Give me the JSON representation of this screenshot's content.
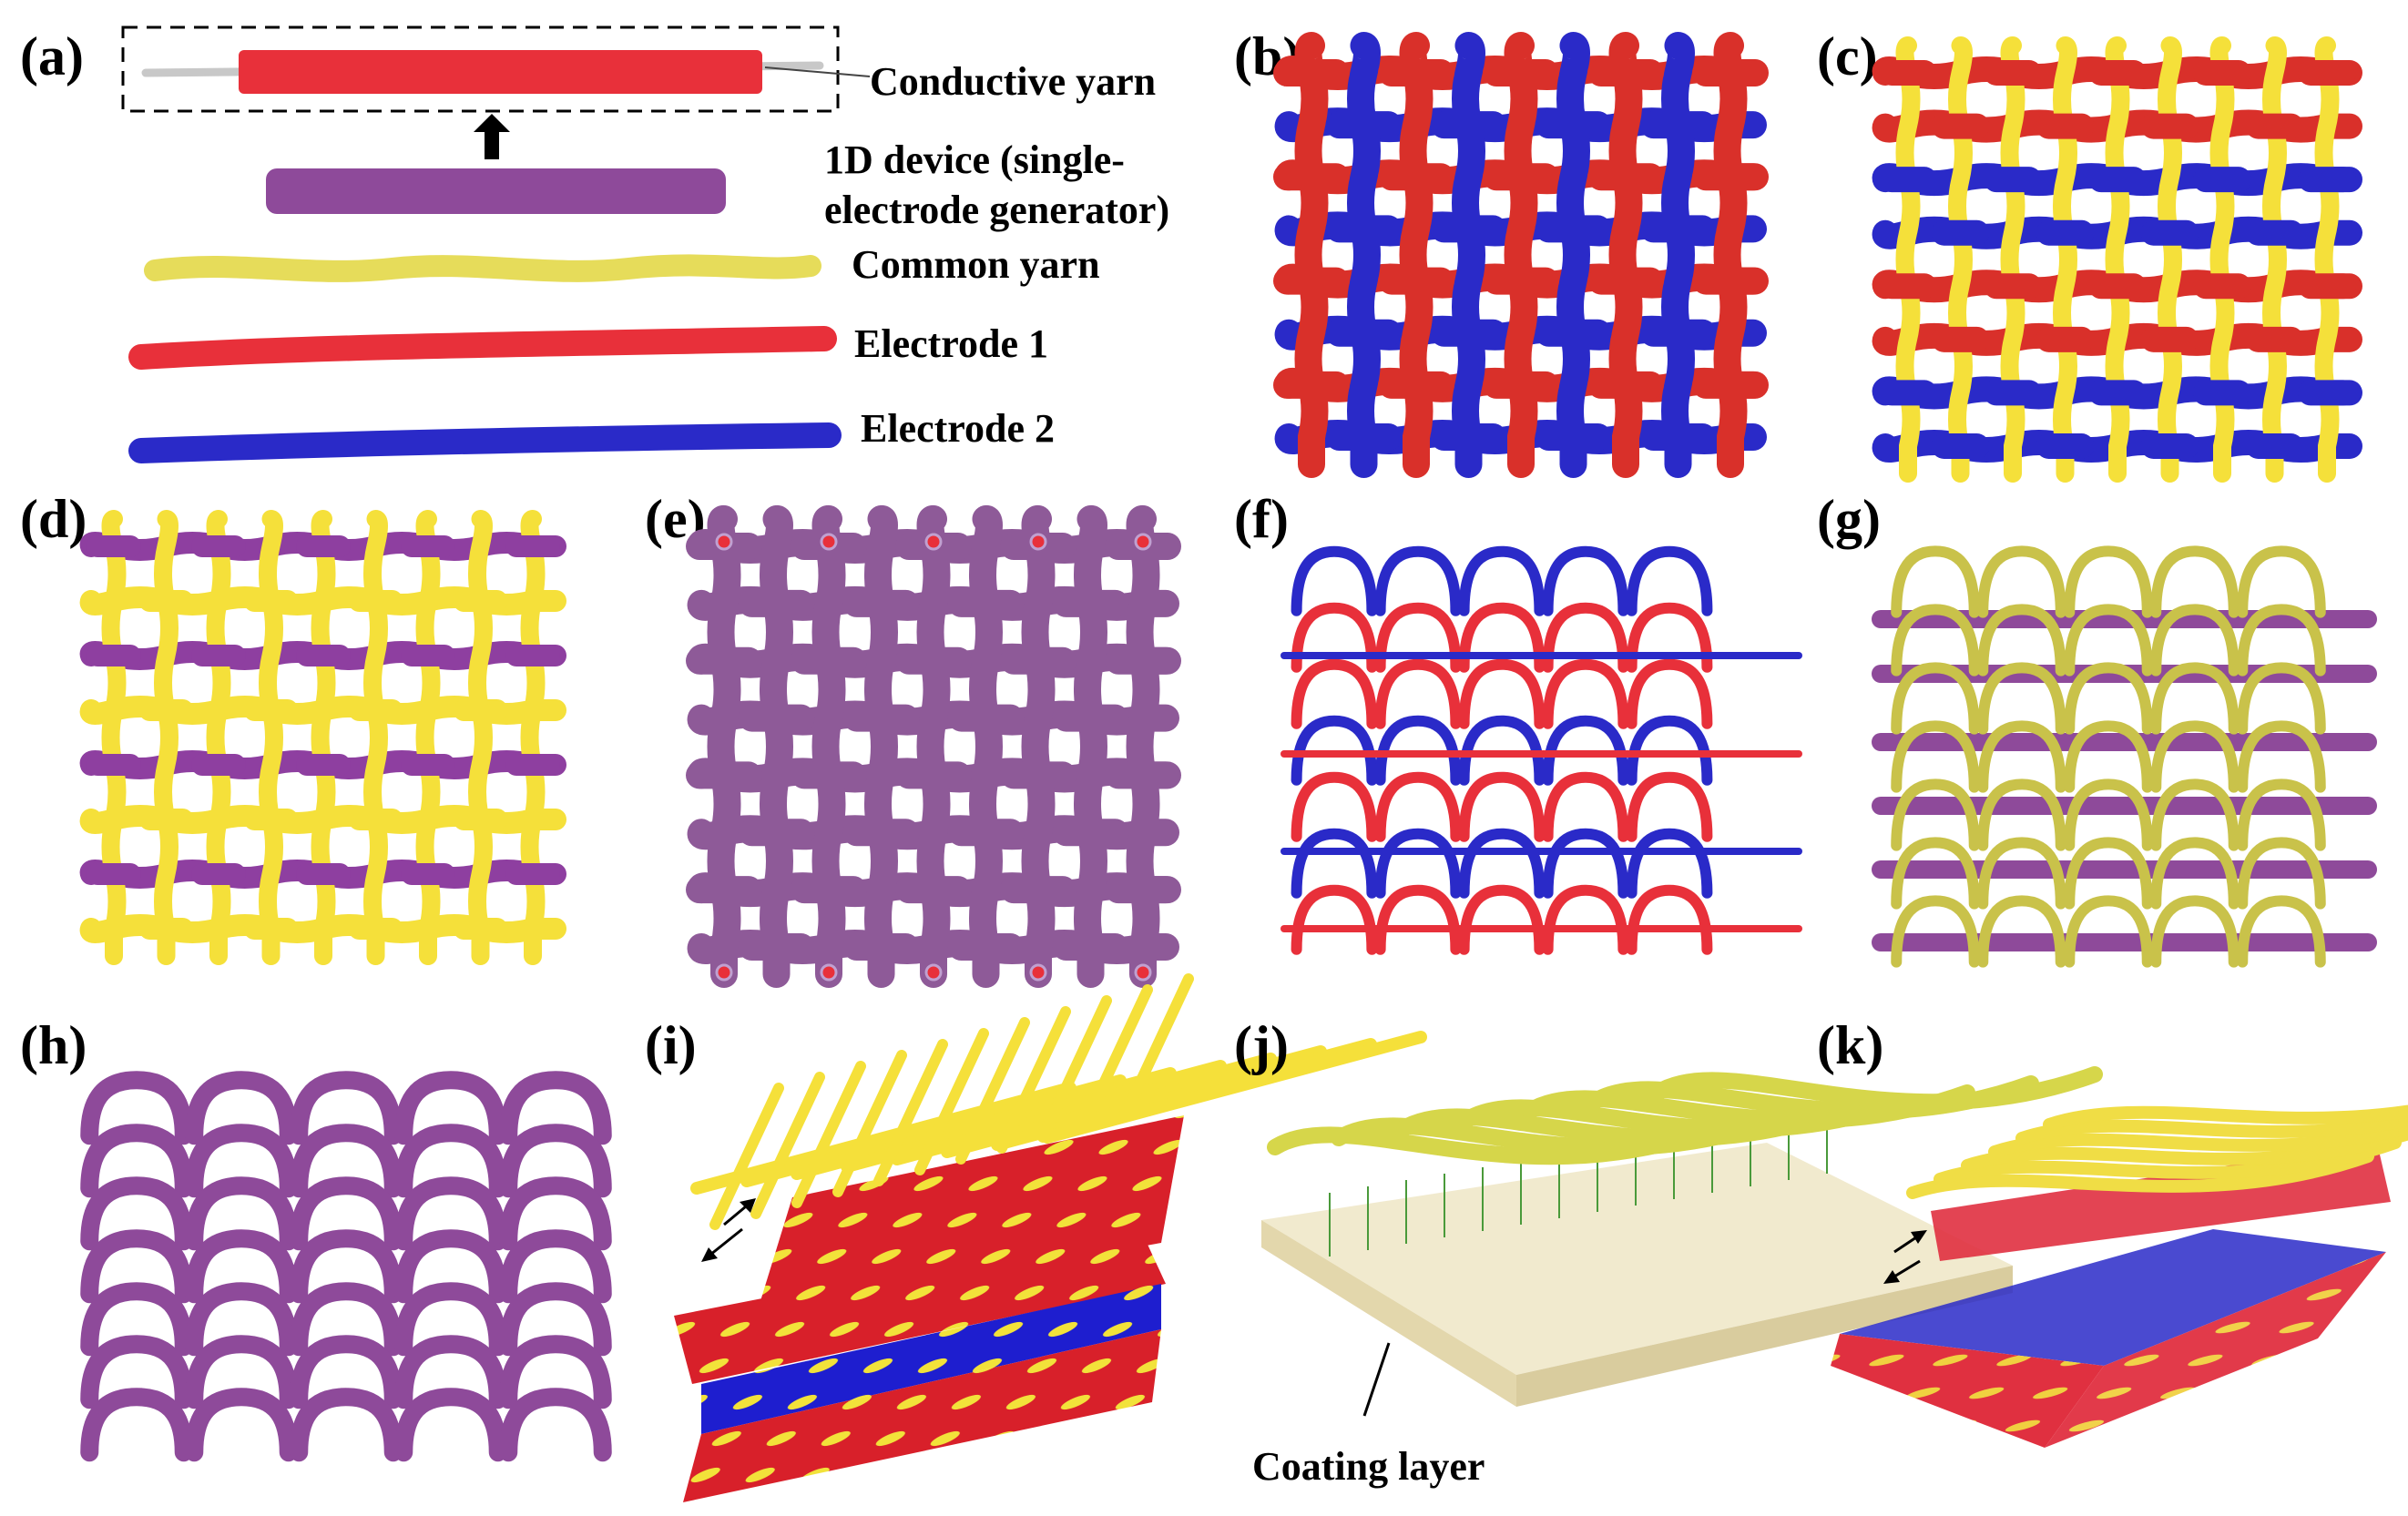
{
  "panels": {
    "a": "(a)",
    "b": "(b)",
    "c": "(c)",
    "d": "(d)",
    "e": "(e)",
    "f": "(f)",
    "g": "(g)",
    "h": "(h)",
    "i": "(i)",
    "j": "(j)",
    "k": "(k)"
  },
  "legend": {
    "conductive_yarn": "Conductive yarn",
    "device_1d_line1": "1D device (single-",
    "device_1d_line2": "electrode generator)",
    "common_yarn": "Common yarn",
    "electrode_1": "Electrode 1",
    "electrode_2": "Electrode 2"
  },
  "coating_layer": "Coating layer",
  "colors": {
    "electrode_1": "#e8303a",
    "electrode_2": "#2a2ac8",
    "common_yarn": "#f2e23a",
    "common_yarn_knit": "#c9c24a",
    "device_1d": "#8e4a9a",
    "conductive_core": "#c8c8c8",
    "coating": "#efe6c6"
  }
}
